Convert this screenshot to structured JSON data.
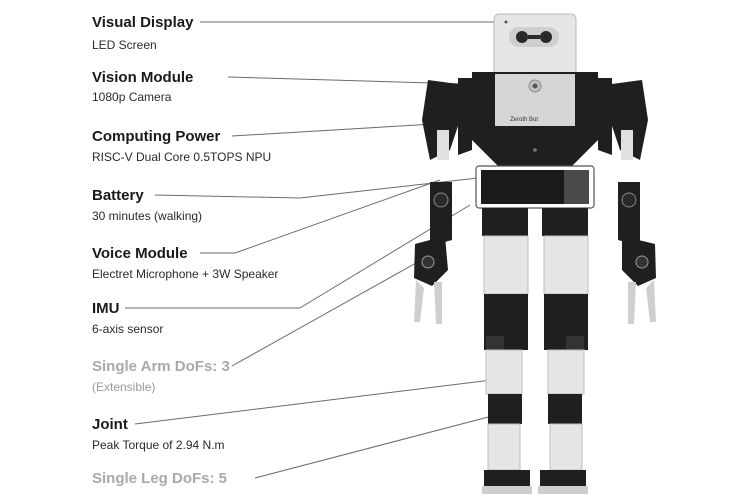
{
  "specs": [
    {
      "title": "Visual Display",
      "subtitle": "LED Screen"
    },
    {
      "title": "Vision Module",
      "subtitle": "1080p Camera"
    },
    {
      "title": "Computing Power",
      "subtitle": "RISC-V Dual Core 0.5TOPS NPU"
    },
    {
      "title": "Battery",
      "subtitle": "30 minutes (walking)"
    },
    {
      "title": "Voice Module",
      "subtitle": "Electret Microphone + 3W Speaker"
    },
    {
      "title": "IMU",
      "subtitle": "6-axis sensor"
    },
    {
      "title": "Single Arm DoFs: 3",
      "subtitle": "(Extensible)"
    },
    {
      "title": "Joint",
      "subtitle": "Peak Torque of 2.94 N.m"
    },
    {
      "title": "Single Leg DoFs: 5",
      "subtitle": ""
    }
  ],
  "robot": {
    "chest_label": "Zeroth Bot"
  },
  "colors": {
    "dark": "#1f1f1f",
    "light": "#e6e6e6",
    "line": "#6a6a6a",
    "muted": "#a9a9a9"
  }
}
